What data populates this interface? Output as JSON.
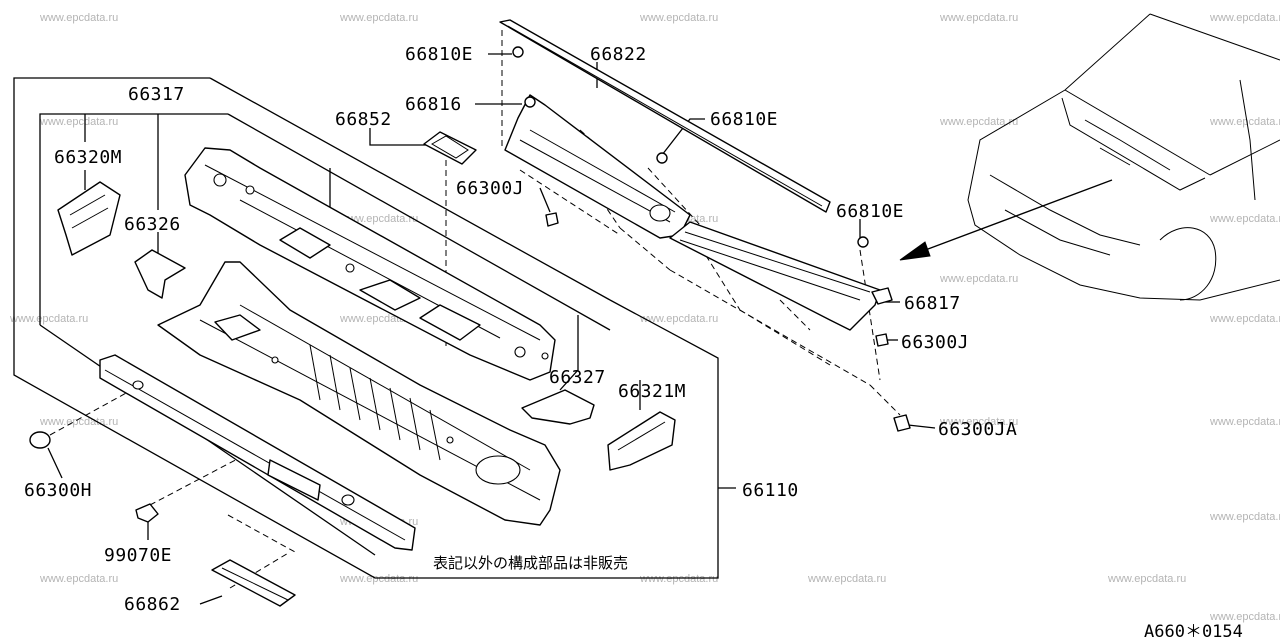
{
  "watermark": "www.epcdata.ru",
  "labels": {
    "p66810E_top": "66810E",
    "p66822": "66822",
    "p66317": "66317",
    "p66816": "66816",
    "p66852": "66852",
    "p66810E_mid": "66810E",
    "p66320M": "66320M",
    "p66300J_top": "66300J",
    "p66326": "66326",
    "p66810E_right": "66810E",
    "p66817": "66817",
    "p66300J_right": "66300J",
    "p66327": "66327",
    "p66321M": "66321M",
    "p66300JA": "66300JA",
    "p66300H": "66300H",
    "p66110": "66110",
    "p99070E": "99070E",
    "p66862": "66862"
  },
  "note": "表記以外の構成部品は非販売",
  "diagram_code": "A660＊0154"
}
